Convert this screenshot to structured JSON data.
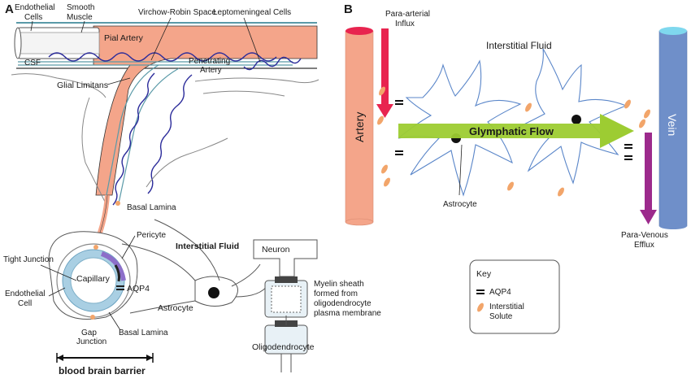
{
  "panel_a": {
    "letter": "A",
    "labels": {
      "endothelial_cells_1": "Endothelial",
      "endothelial_cells_2": "Cells",
      "smooth_muscle_1": "Smooth",
      "smooth_muscle_2": "Muscle",
      "virchow_robin": "Virchow-Robin Space",
      "leptomeningeal": "Leptomeningeal Cells",
      "pial_artery": "Pial Artery",
      "csf": "CSF",
      "penetrating_1": "Penetrating",
      "penetrating_2": "Artery",
      "glial_limitans": "Glial Limitans",
      "basal_lamina_top": "Basal Lamina",
      "pericyte": "Pericyte",
      "tight_junction": "Tight Junction",
      "interstitial_fluid": "Interstitial Fluid",
      "neuron": "Neuron",
      "endothelial_cell_1": "Endothelial",
      "endothelial_cell_2": "Cell",
      "capillary": "Capillary",
      "aqp4": "AQP4",
      "myelin_1": "Myelin sheath",
      "myelin_2": "formed from",
      "myelin_3": "oligodendrocyte",
      "myelin_4": "plasma membrane",
      "astrocyte": "Astrocyte",
      "basal_lamina_bottom": "Basal Lamina",
      "gap_junction_1": "Gap",
      "gap_junction_2": "Junction",
      "oligodendrocyte": "Oligodendrocyte",
      "bbb": "blood brain barrier"
    }
  },
  "panel_b": {
    "letter": "B",
    "labels": {
      "para_arterial_1": "Para-arterial",
      "para_arterial_2": "Influx",
      "interstitial_fluid": "Interstitial Fluid",
      "artery": "Artery",
      "vein": "Vein",
      "glymphatic_flow": "Glymphatic Flow",
      "astrocyte": "Astrocyte",
      "para_venous_1": "Para-Venous",
      "para_venous_2": "Efflux"
    },
    "key": {
      "title": "Key",
      "aqp4": "AQP4",
      "solute_1": "Interstitial",
      "solute_2": "Solute"
    }
  },
  "colors": {
    "artery": "#f4a58a",
    "vein": "#6f8fc9",
    "vein_top": "#7fd8ee",
    "artery_top": "#e8244f",
    "influx_arrow": "#e8244f",
    "efflux_arrow": "#9c2a8c",
    "glymphatic_arrow": "#9dcc32",
    "solute": "#f2a56a",
    "csf_wave": "#2b2b9a",
    "astrocyte_line": "#5a86c9"
  }
}
